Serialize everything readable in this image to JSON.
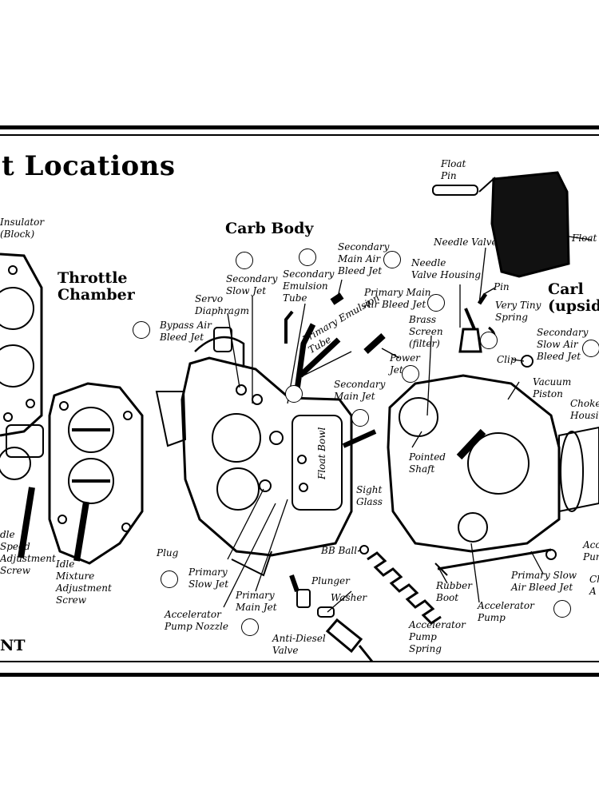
{
  "title": "t Locations",
  "sections": {
    "throttle_chamber": "Throttle\nChamber",
    "carb_body": "Carb Body",
    "carb_partial": "Carl\n(upsid"
  },
  "footer_mark": "NT",
  "labels": {
    "insulator": "Insulator\n(Block)",
    "bypass_air_bleed_jet": "Bypass Air\nBleed Jet",
    "servo_diaphragm": "Servo\nDiaphragm",
    "secondary_slow_jet": "Secondary\nSlow Jet",
    "secondary_emulsion_tube": "Secondary\nEmulsion\nTube",
    "secondary_main_air_bleed_jet": "Secondary\nMain Air\nBleed Jet",
    "primary_main_air_bleed_jet": "Primary Main\nAir Bleed Jet",
    "primary_emulsion_tube": "Primary Emulsion\nTube",
    "secondary_main_jet": "Secondary\nMain Jet",
    "power_jet": "Power\nJet",
    "brass_screen": "Brass\nScreen\n(filter)",
    "needle_valve_housing": "Needle\nValve Housing",
    "needle_valve": "Needle Valve",
    "float_pin": "Float\nPin",
    "float": "Float",
    "pin": "Pin",
    "very_tiny_spring": "Very Tiny\nSpring",
    "clip": "Clip",
    "secondary_slow_air_bleed_jet": "Secondary\nSlow Air\nBleed Jet",
    "vacuum_piston": "Vacuum\nPiston",
    "choke_housing": "Choke\nHousin",
    "float_bowl": "Float Bowl",
    "sight_glass": "Sight\nGlass",
    "pointed_shaft": "Pointed\nShaft",
    "idle_speed_adjustment_screw": "dle\nSpeed\nAdjustment\nScrew",
    "idle_mixture_adjustment_screw": "Idle\nMixture\nAdjustment\nScrew",
    "plug": "Plug",
    "primary_slow_jet": "Primary\nSlow Jet",
    "primary_main_jet": "Primary\nMain Jet",
    "accelerator_pump_nozzle": "Accelerator\nPump Nozzle",
    "bb_ball": "BB Ball",
    "plunger": "Plunger",
    "washer": "Washer",
    "anti_diesel_valve": "Anti-Diesel\nValve",
    "accelerator_pump_spring": "Accelerator\nPump\nSpring",
    "rubber_boot": "Rubber\nBoot",
    "accelerator_pump": "Accelerator\nPump",
    "primary_slow_air_bleed_jet": "Primary Slow\nAir Bleed Jet",
    "acc_pump_partial": "Acc\nPum",
    "ch_partial": "Ch\nA"
  }
}
